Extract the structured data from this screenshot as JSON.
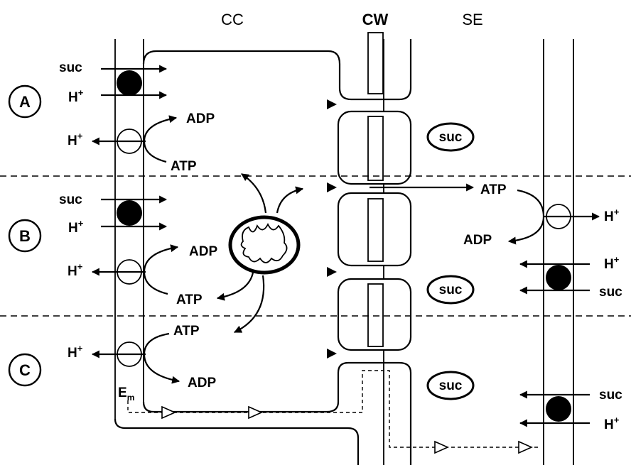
{
  "regions": {
    "cc": "CC",
    "cw": "CW",
    "se": "SE"
  },
  "sections": [
    "A",
    "B",
    "C"
  ],
  "labels": {
    "suc": "suc",
    "h": "H",
    "plus": "+",
    "adp": "ADP",
    "atp": "ATP",
    "em": "E",
    "em_sub": "m"
  }
}
